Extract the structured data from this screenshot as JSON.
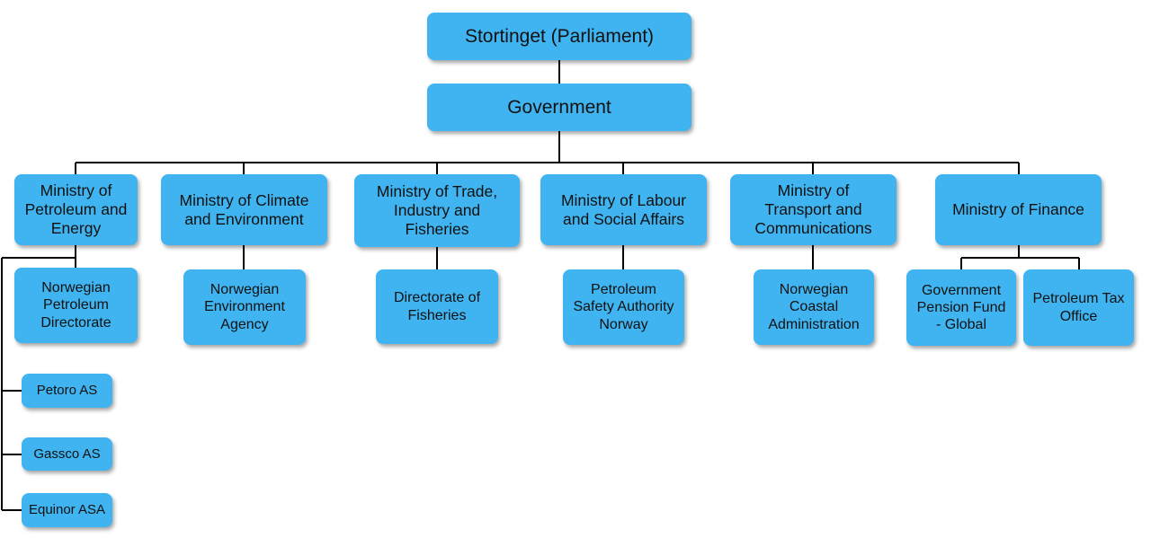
{
  "diagram": {
    "parliament": "Stortinget (Parliament)",
    "government": "Government",
    "ministries": [
      {
        "label": "Ministry of\nPetroleum and\nEnergy",
        "children": [
          "Norwegian\nPetroleum\nDirectorate"
        ],
        "companies": [
          "Petoro AS",
          "Gassco AS",
          "Equinor ASA"
        ]
      },
      {
        "label": "Ministry of Climate\nand Environment",
        "children": [
          "Norwegian\nEnvironment\nAgency"
        ]
      },
      {
        "label": "Ministry of Trade,\nIndustry and\nFisheries",
        "children": [
          "Directorate of\nFisheries"
        ]
      },
      {
        "label": "Ministry of Labour\nand Social Affairs",
        "children": [
          "Petroleum\nSafety Authority\nNorway"
        ]
      },
      {
        "label": "Ministry of\nTransport and\nCommunications",
        "children": [
          "Norwegian\nCoastal\nAdministration"
        ]
      },
      {
        "label": "Ministry of Finance",
        "children": [
          "Government\nPension Fund\n- Global",
          "Petroleum Tax\nOffice"
        ]
      }
    ]
  }
}
